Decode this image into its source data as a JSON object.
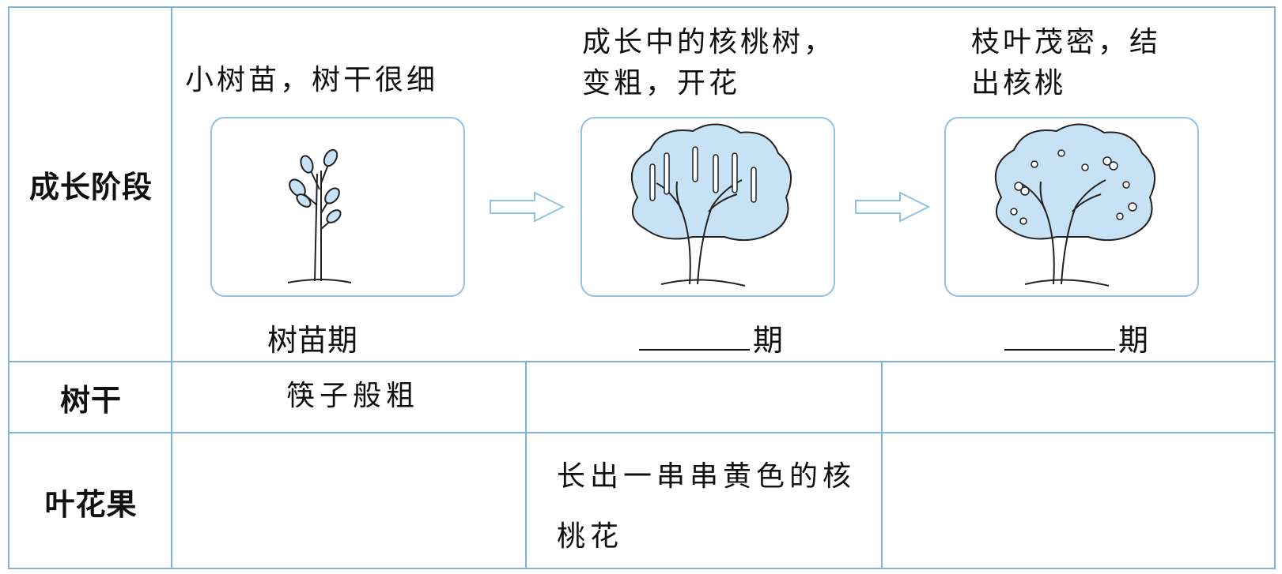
{
  "row_headers": {
    "stage": "成长阶段",
    "trunk": "树干",
    "leaf_flower_fruit": "叶花果"
  },
  "stages": [
    {
      "caption_lines": [
        "小树苗，树干很细"
      ],
      "label_prefix": "",
      "label_suffix": "树苗期",
      "has_blank": false,
      "illustration": "sapling-drawing"
    },
    {
      "caption_lines": [
        "成长中的核桃树，",
        "变粗，开花"
      ],
      "label_prefix": "",
      "label_suffix": "期",
      "has_blank": true,
      "illustration": "flowering-tree-drawing"
    },
    {
      "caption_lines": [
        "枝叶茂密，结",
        "出核桃"
      ],
      "label_prefix": "",
      "label_suffix": "期",
      "has_blank": true,
      "illustration": "fruiting-tree-drawing"
    }
  ],
  "trunk_row": [
    "筷子般粗",
    "",
    ""
  ],
  "leaf_row": [
    "",
    "长出一串串黄色的核桃花",
    ""
  ],
  "leaf_row_lines": [
    [
      "长出一串串黄色的核",
      "桃花"
    ]
  ],
  "arrows": [
    "right-arrow-icon",
    "right-arrow-icon"
  ],
  "colors": {
    "border": "#7fb3d8",
    "canopy": "#c7e1f5",
    "card_border": "#8fc1e3"
  }
}
